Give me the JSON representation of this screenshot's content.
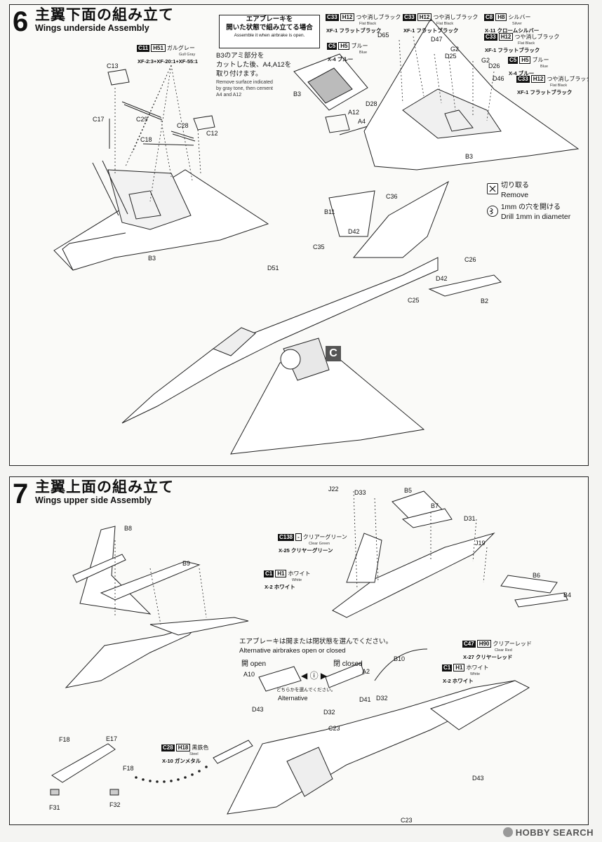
{
  "step6": {
    "number": "6",
    "title_jp": "主翼下面の組み立て",
    "title_en": "Wings underside Assembly",
    "airbrake_note": {
      "jp_line1": "エアブレーキを",
      "jp_line2": "開いた状態で組み立てる場合",
      "en": "Assemble it when airbrake is open."
    },
    "remove_note": {
      "jp_line1": "B3のアミ部分を",
      "jp_line2": "カットした後、A4,A12を",
      "jp_line3": "取り付けます。",
      "en_line1": "Remove surface indicated",
      "en_line2": "by gray tone, then cement",
      "en_line3": "A4 and A12"
    },
    "legend": {
      "remove_jp": "切り取る",
      "remove_en": "Remove",
      "drill_jp": "1mm の穴を開ける",
      "drill_en": "Drill 1mm in diameter"
    },
    "subassembly_badge": "C",
    "paints": {
      "gull_gray": {
        "code": "C11",
        "h": "H51",
        "jp": "ガルグレー",
        "en": "Gull Gray",
        "mix": "XF-2:3+XF-20:1+XF-55:1"
      },
      "flat_black_1": {
        "code": "C33",
        "h": "H12",
        "jp": "つや消しブラック",
        "en": "Flat Black",
        "line2": "XF-1 フラットブラック"
      },
      "flat_black_2": {
        "code": "C33",
        "h": "H12",
        "jp": "つや消しブラック",
        "en": "Flat Black",
        "line2": "XF-1 フラットブラック"
      },
      "silver": {
        "code": "C8",
        "h": "H8",
        "jp": "シルバー",
        "en": "Silver",
        "line2": "X-11 クロームシルバー"
      },
      "flat_black_3": {
        "code": "C33",
        "h": "H12",
        "jp": "つや消しブラック",
        "en": "Flat Black",
        "line2": "XF-1 フラットブラック"
      },
      "blue_1": {
        "code": "C5",
        "h": "H5",
        "jp": "ブルー",
        "en": "Blue",
        "line2": "X-4 ブルー"
      },
      "blue_2": {
        "code": "C5",
        "h": "H5",
        "jp": "ブルー",
        "en": "Blue",
        "line2": "X-4 ブルー"
      },
      "flat_black_4": {
        "code": "C33",
        "h": "H12",
        "jp": "つや消しブラック",
        "en": "Flat Black",
        "line2": "XF-1 フラットブラック"
      }
    },
    "labels": {
      "c13": "C13",
      "c17": "C17",
      "c29": "C29",
      "c28": "C28",
      "c12": "C12",
      "c18": "C18",
      "b3_left": "B3",
      "b3_airbrake": "B3",
      "a12": "A12",
      "a4": "A4",
      "d65": "D65",
      "d47": "D47",
      "g2_a": "G2",
      "g2_b": "G2",
      "d25": "D25",
      "d26": "D26",
      "d46": "D46",
      "d28": "D28",
      "b3_right": "B3",
      "b11": "B11",
      "c36": "C36",
      "d42_a": "D42",
      "c35": "C35",
      "c26": "C26",
      "d51": "D51",
      "d42_b": "D42",
      "b2": "B2",
      "c25": "C25"
    }
  },
  "step7": {
    "number": "7",
    "title_jp": "主翼上面の組み立て",
    "title_en": "Wings upper side Assembly",
    "airbrake_choice": {
      "jp": "エアブレーキは開または閉状態を選んでください。",
      "en": "Alternative airbrakes open or closed",
      "open_jp": "開",
      "open_en": "open",
      "closed_jp": "閉",
      "closed_en": "closed",
      "alt_jp": "どちらかを選んでください。",
      "alt_en": "Alternative"
    },
    "paints": {
      "clear_green": {
        "code": "C138",
        "h": "-",
        "jp": "クリアーグリーン",
        "en": "Clear Green",
        "line2": "X-25 クリヤーグリーン"
      },
      "white_1": {
        "code": "C1",
        "h": "H1",
        "jp": "ホワイト",
        "en": "White",
        "line2": "X-2 ホワイト"
      },
      "clear_red": {
        "code": "C47",
        "h": "H90",
        "jp": "クリアーレッド",
        "en": "Clear Red",
        "line2": "X-27 クリヤーレッド"
      },
      "white_2": {
        "code": "C1",
        "h": "H1",
        "jp": "ホワイト",
        "en": "White",
        "line2": "X-2 ホワイト"
      },
      "steel": {
        "code": "C28",
        "h": "H18",
        "jp": "黒鉄色",
        "en": "Steel",
        "line2": "X-10 ガンメタル"
      }
    },
    "labels": {
      "b8": "B8",
      "b9": "B9",
      "j22": "J22",
      "d33": "D33",
      "b5": "B5",
      "b7": "B7",
      "d31": "D31",
      "j19": "J19",
      "b6": "B6",
      "b4": "B4",
      "a10": "A10",
      "a2": "A2",
      "b10": "B10",
      "d41": "D41",
      "d32_a": "D32",
      "d43_a": "D43",
      "d32_b": "D32",
      "c23_a": "C23",
      "f18_a": "F18",
      "e17": "E17",
      "f18_b": "F18",
      "f31": "F31",
      "f32": "F32",
      "d43_b": "D43",
      "c23_b": "C23"
    }
  },
  "watermark": "HOBBY SEARCH"
}
